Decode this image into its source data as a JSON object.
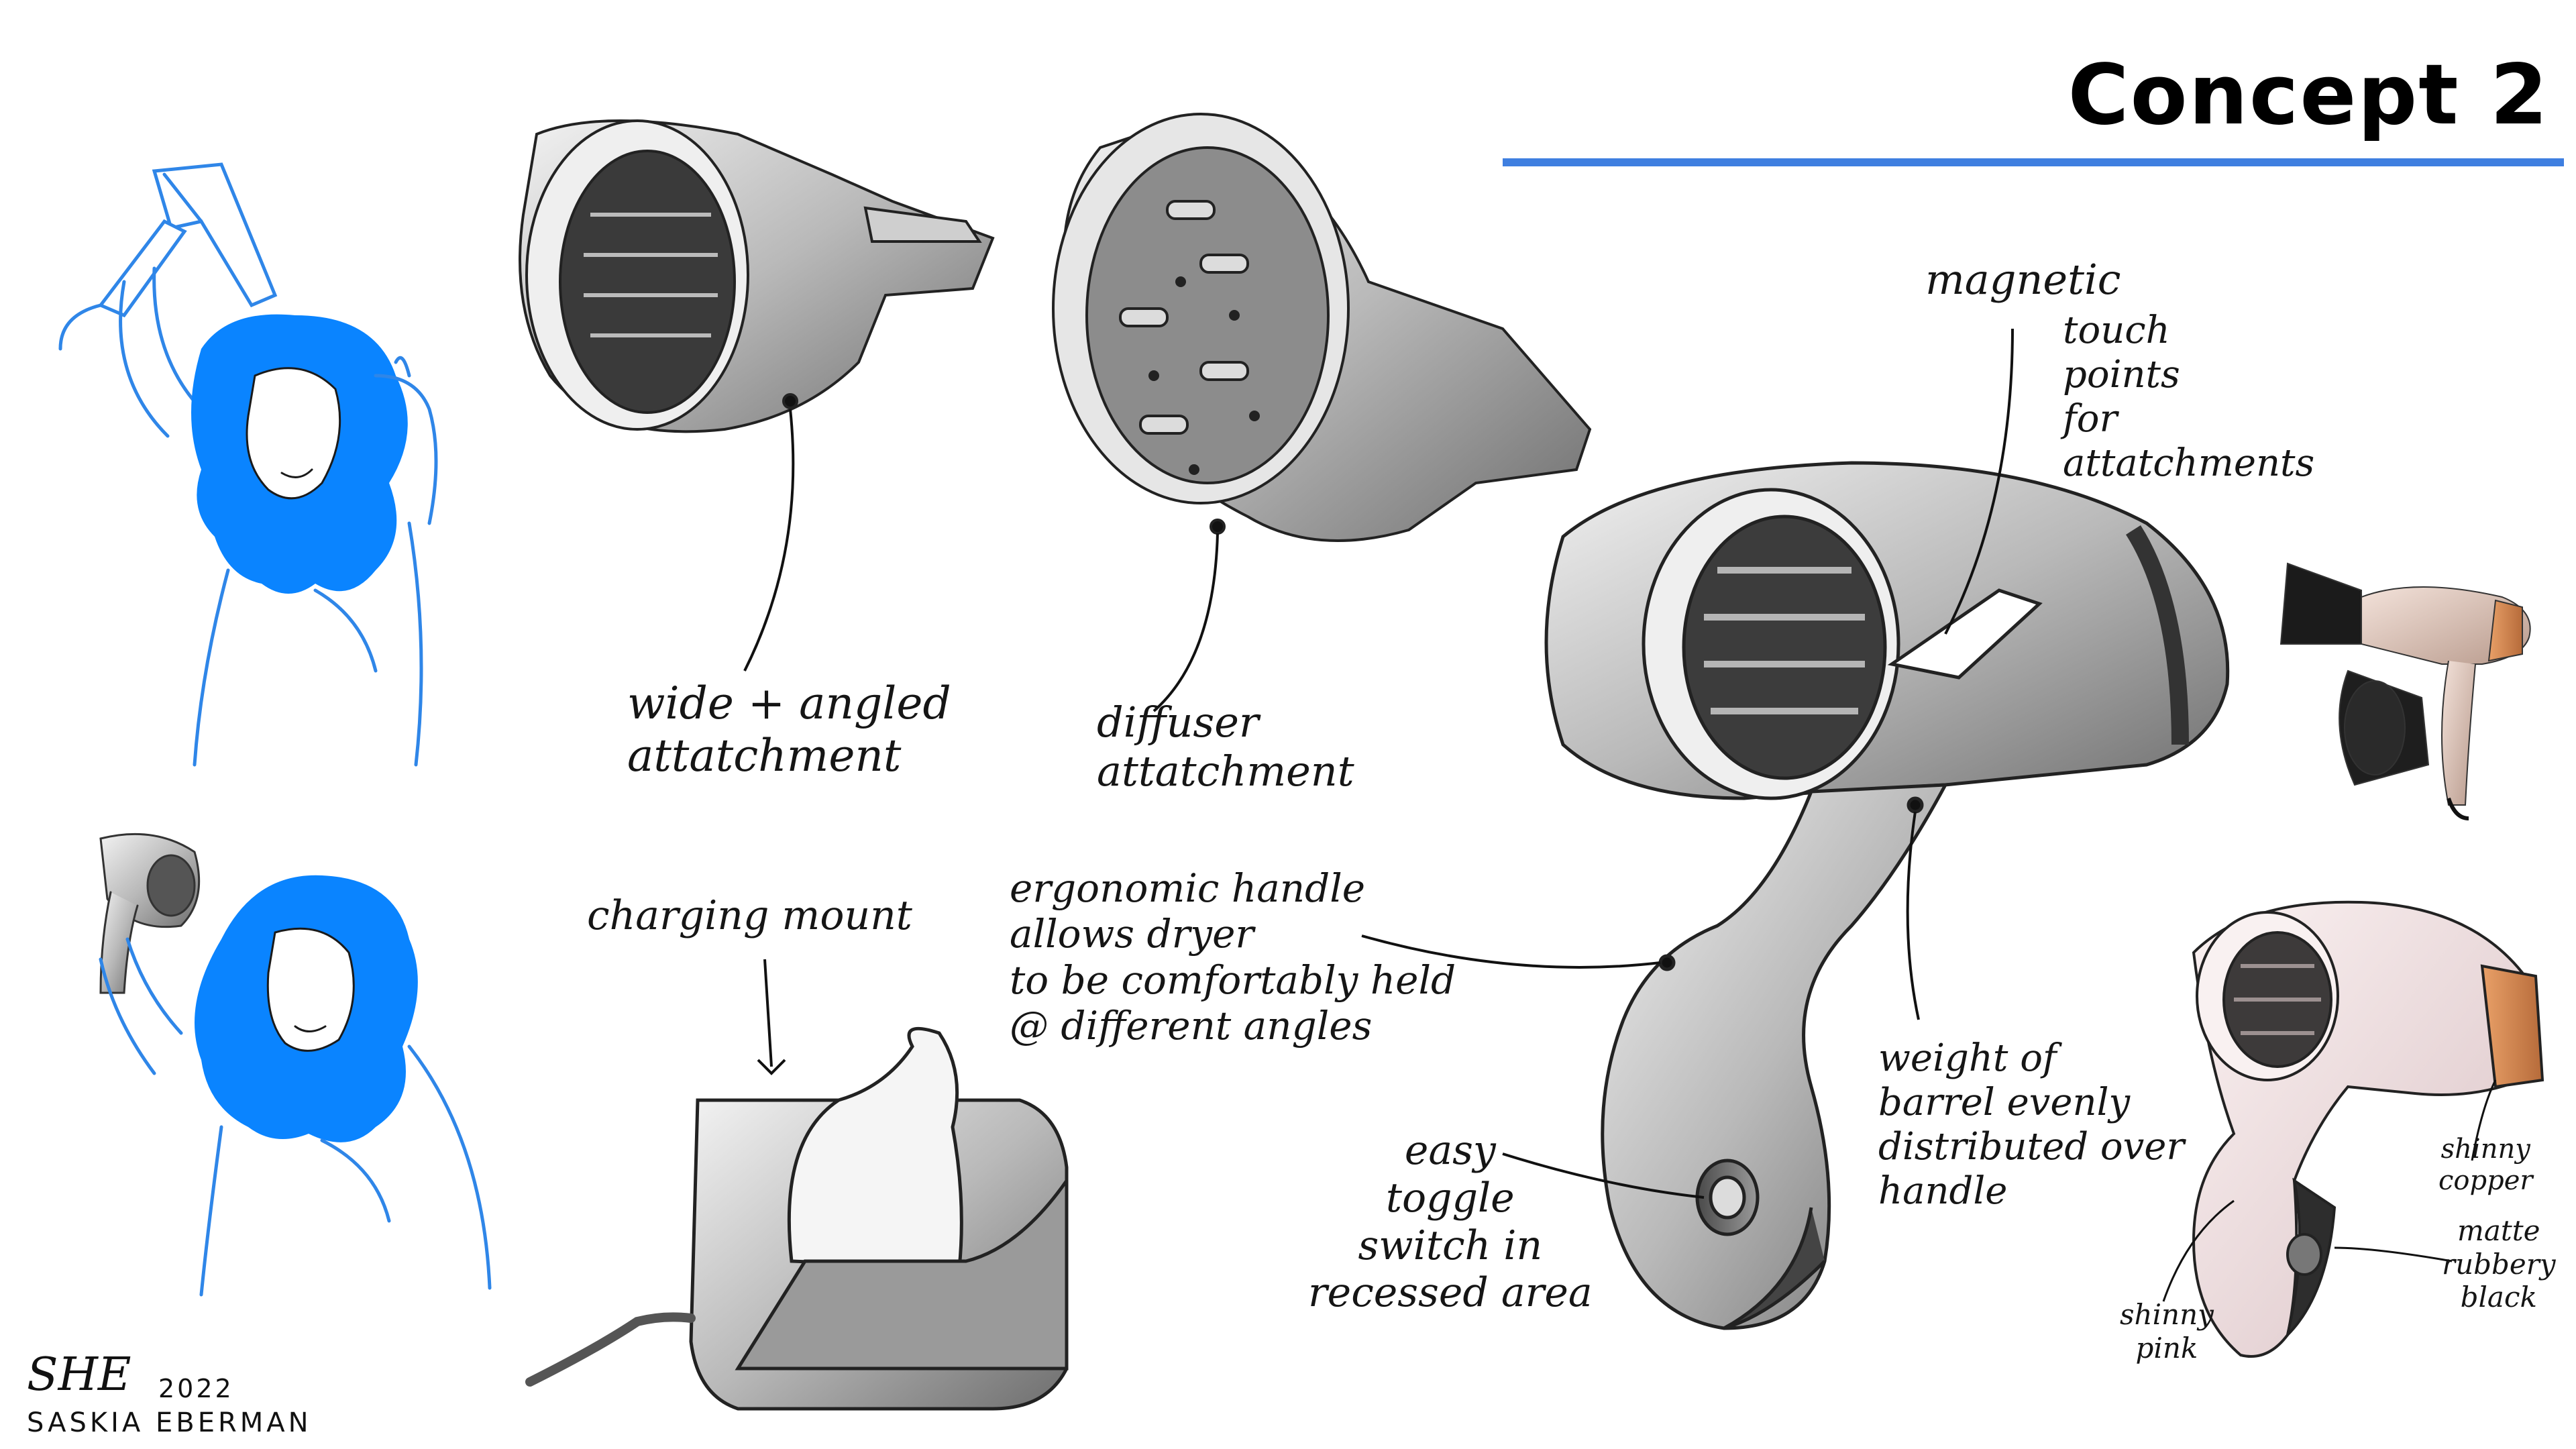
{
  "title": "Concept 2",
  "accent_color": "#3f7fe0",
  "figure_blue": "#0a84ff",
  "annotations": {
    "wide_attachment": "wide + angled\nattatchment",
    "diffuser": "diffuser\nattatchment",
    "magnetic": "magnetic",
    "magnetic_rest": "touch\npoints\nfor\nattatchments",
    "charging": "charging mount",
    "ergonomic": "ergonomic handle\nallows dryer\nto be comfortably held\n@ different angles",
    "easy_toggle": "easy\ntoggle\nswitch in\nrecessed area",
    "weight": "weight of\nbarrel evenly\ndistributed over\nhandle",
    "shinny_copper": "shinny\ncopper",
    "matte_black": "matte\nrubbery\nblack",
    "shinny_pink": "shinny\npink"
  },
  "credit": {
    "signature": "SHE",
    "year": "2022",
    "name": "SASKIA EBERMAN"
  }
}
